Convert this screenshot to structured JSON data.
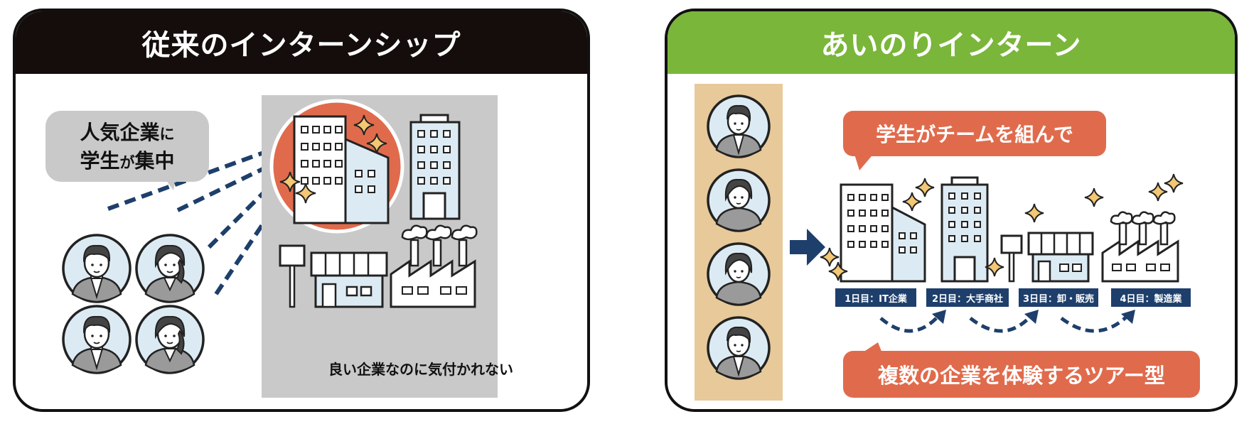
{
  "left_panel": {
    "title": "従来のインターンシップ",
    "bubble_line1": "人気企業",
    "bubble_line1_suffix": "に",
    "bubble_line2_prefix": "学生",
    "bubble_line2_mid": "が",
    "bubble_line2_suffix": "集中",
    "caption": "良い企業なのに気付かれない"
  },
  "right_panel": {
    "title": "あいのりインターン",
    "callout_team": "学生がチームを組んで",
    "callout_tour": "複数の企業を体験するツアー型",
    "stops": [
      {
        "label": "1日目：IT企業"
      },
      {
        "label": "2日目：大手商社"
      },
      {
        "label": "3日目：卸・販売"
      },
      {
        "label": "4日目：製造業"
      }
    ]
  },
  "colors": {
    "left_header": "#140d0c",
    "right_header": "#7ab63a",
    "accent_red": "#e06b4c",
    "navy": "#1e3f6b",
    "tan_strip": "#e8c99a",
    "gray_panel": "#c9c9c9"
  },
  "icons": [
    "student-avatar-icon",
    "office-building-icon",
    "tower-building-icon",
    "shop-icon",
    "factory-icon",
    "sparkle-icon",
    "arrow-right-icon",
    "signpost-icon"
  ]
}
